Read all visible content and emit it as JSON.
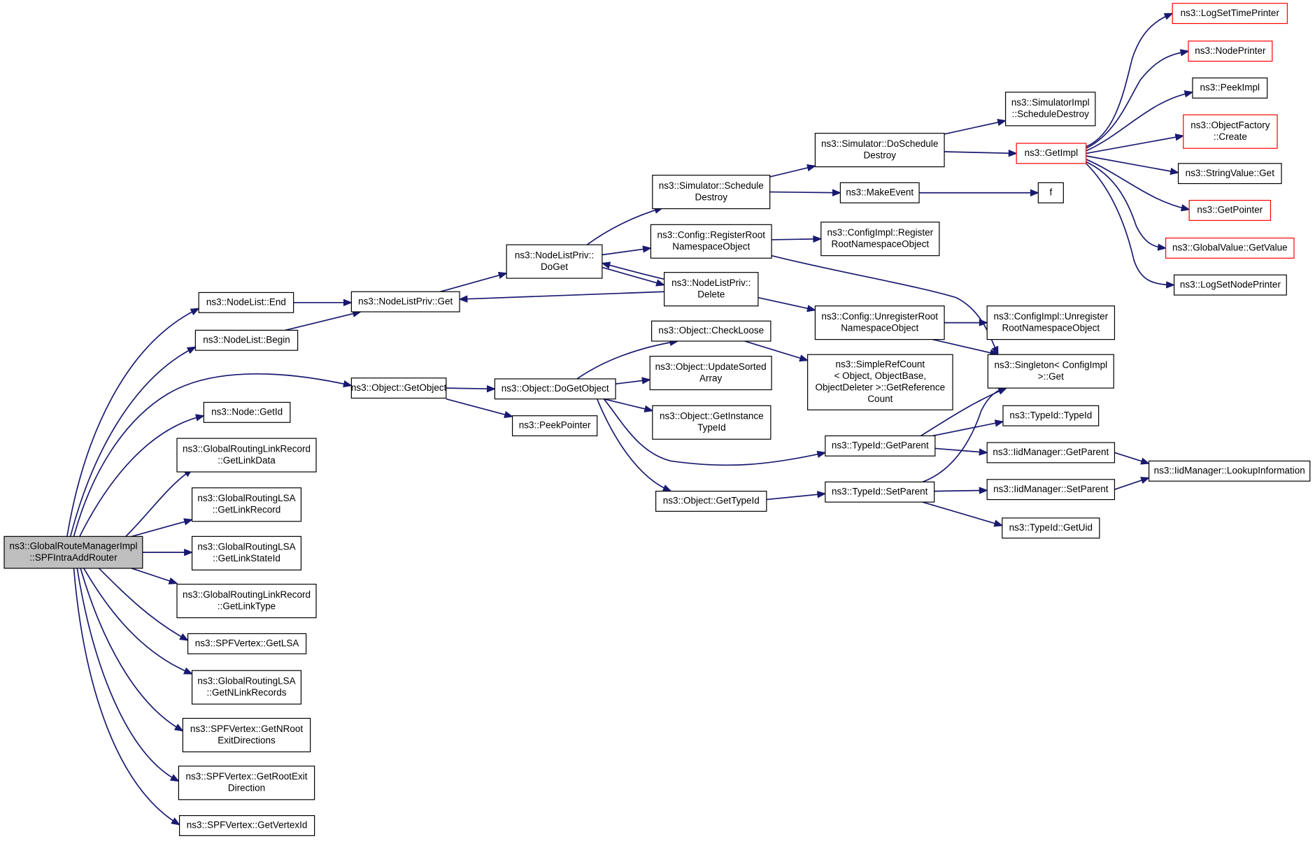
{
  "diagram": {
    "nodes": [
      {
        "id": "root",
        "lines": [
          "ns3::GlobalRouteManagerImpl",
          "::SPFIntraAddRouter"
        ],
        "root": true
      },
      {
        "id": "nodelist_end",
        "lines": [
          "ns3::NodeList::End"
        ]
      },
      {
        "id": "nodelist_begin",
        "lines": [
          "ns3::NodeList::Begin"
        ]
      },
      {
        "id": "object_getobject",
        "lines": [
          "ns3::Object::GetObject"
        ]
      },
      {
        "id": "node_getid",
        "lines": [
          "ns3::Node::GetId"
        ]
      },
      {
        "id": "grlr_getlinkdata",
        "lines": [
          "ns3::GlobalRoutingLinkRecord",
          "::GetLinkData"
        ]
      },
      {
        "id": "grlsa_getlinkrecord",
        "lines": [
          "ns3::GlobalRoutingLSA",
          "::GetLinkRecord"
        ]
      },
      {
        "id": "grlsa_getlinkstateid",
        "lines": [
          "ns3::GlobalRoutingLSA",
          "::GetLinkStateId"
        ]
      },
      {
        "id": "grlr_getlinktype",
        "lines": [
          "ns3::GlobalRoutingLinkRecord",
          "::GetLinkType"
        ]
      },
      {
        "id": "spf_getlsa",
        "lines": [
          "ns3::SPFVertex::GetLSA"
        ]
      },
      {
        "id": "grlsa_getnlinkrecords",
        "lines": [
          "ns3::GlobalRoutingLSA",
          "::GetNLinkRecords"
        ]
      },
      {
        "id": "spf_getnroot",
        "lines": [
          "ns3::SPFVertex::GetNRoot",
          "ExitDirections"
        ]
      },
      {
        "id": "spf_getrootexit",
        "lines": [
          "ns3::SPFVertex::GetRootExit",
          "Direction"
        ]
      },
      {
        "id": "spf_getvertexid",
        "lines": [
          "ns3::SPFVertex::GetVertexId"
        ]
      },
      {
        "id": "nlp_get",
        "lines": [
          "ns3::NodeListPriv::Get"
        ]
      },
      {
        "id": "nlp_doget",
        "lines": [
          "ns3::NodeListPriv::",
          "DoGet"
        ]
      },
      {
        "id": "nlp_delete",
        "lines": [
          "ns3::NodeListPriv::",
          "Delete"
        ]
      },
      {
        "id": "sim_scheduledestroy",
        "lines": [
          "ns3::Simulator::Schedule",
          "Destroy"
        ]
      },
      {
        "id": "config_registerroot",
        "lines": [
          "ns3::Config::RegisterRoot",
          "NamespaceObject"
        ]
      },
      {
        "id": "sim_doscheduledestroy",
        "lines": [
          "ns3::Simulator::DoSchedule",
          "Destroy"
        ]
      },
      {
        "id": "makeevent",
        "lines": [
          "ns3::MakeEvent"
        ]
      },
      {
        "id": "simimpl_scheduledestroy",
        "lines": [
          "ns3::SimulatorImpl",
          "::ScheduleDestroy"
        ]
      },
      {
        "id": "getimpl",
        "lines": [
          "ns3::GetImpl"
        ],
        "red": true
      },
      {
        "id": "f",
        "lines": [
          "f"
        ]
      },
      {
        "id": "configimpl_register",
        "lines": [
          "ns3::ConfigImpl::Register",
          "RootNamespaceObject"
        ]
      },
      {
        "id": "config_unregister",
        "lines": [
          "ns3::Config::UnregisterRoot",
          "NamespaceObject"
        ]
      },
      {
        "id": "configimpl_unregister",
        "lines": [
          "ns3::ConfigImpl::Unregister",
          "RootNamespaceObject"
        ]
      },
      {
        "id": "singleton_get",
        "lines": [
          "ns3::Singleton< ConfigImpl",
          ">::Get"
        ]
      },
      {
        "id": "object_dogetobject",
        "lines": [
          "ns3::Object::DoGetObject"
        ]
      },
      {
        "id": "peekpointer",
        "lines": [
          "ns3::PeekPointer"
        ]
      },
      {
        "id": "object_checkloose",
        "lines": [
          "ns3::Object::CheckLoose"
        ]
      },
      {
        "id": "object_updatesorted",
        "lines": [
          "ns3::Object::UpdateSorted",
          "Array"
        ]
      },
      {
        "id": "object_getinstance",
        "lines": [
          "ns3::Object::GetInstance",
          "TypeId"
        ]
      },
      {
        "id": "object_gettypeid",
        "lines": [
          "ns3::Object::GetTypeId"
        ]
      },
      {
        "id": "simplerefcount",
        "lines": [
          "ns3::SimpleRefCount",
          "< Object, ObjectBase,",
          "ObjectDeleter >::GetReference",
          "Count"
        ]
      },
      {
        "id": "typeid_getparent",
        "lines": [
          "ns3::TypeId::GetParent"
        ]
      },
      {
        "id": "typeid_setparent",
        "lines": [
          "ns3::TypeId::SetParent"
        ]
      },
      {
        "id": "typeid_typeid",
        "lines": [
          "ns3::TypeId::TypeId"
        ]
      },
      {
        "id": "iid_getparent",
        "lines": [
          "ns3::IidManager::GetParent"
        ]
      },
      {
        "id": "iid_setparent",
        "lines": [
          "ns3::IidManager::SetParent"
        ]
      },
      {
        "id": "typeid_getuid",
        "lines": [
          "ns3::TypeId::GetUid"
        ]
      },
      {
        "id": "iid_lookup",
        "lines": [
          "ns3::IidManager::LookupInformation"
        ]
      },
      {
        "id": "logsettimeprinter",
        "lines": [
          "ns3::LogSetTimePrinter"
        ],
        "red": true
      },
      {
        "id": "nodeprinter",
        "lines": [
          "ns3::NodePrinter"
        ],
        "red": true
      },
      {
        "id": "peekimpl",
        "lines": [
          "ns3::PeekImpl"
        ]
      },
      {
        "id": "objectfactory_create",
        "lines": [
          "ns3::ObjectFactory",
          "::Create"
        ],
        "red": true
      },
      {
        "id": "stringvalue_get",
        "lines": [
          "ns3::StringValue::Get"
        ]
      },
      {
        "id": "getpointer",
        "lines": [
          "ns3::GetPointer"
        ],
        "red": true
      },
      {
        "id": "globalvalue_getvalue",
        "lines": [
          "ns3::GlobalValue::GetValue"
        ],
        "red": true
      },
      {
        "id": "logsetnodeprinter",
        "lines": [
          "ns3::LogSetNodePrinter"
        ]
      }
    ],
    "colors": {
      "edge": "#191970",
      "node_border": "#000000",
      "highlight_border": "#ff0000",
      "root_fill": "#bfbfbf"
    }
  }
}
